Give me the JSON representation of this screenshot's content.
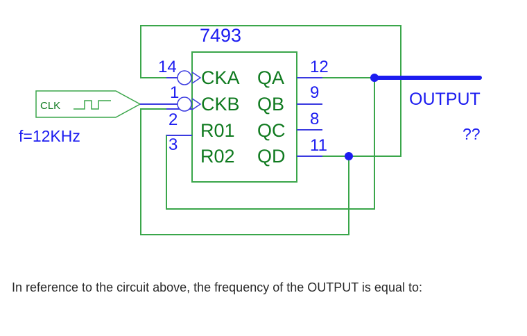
{
  "diagram": {
    "chip_name": "7493",
    "inputs": [
      {
        "pin": "14",
        "name": "CKA"
      },
      {
        "pin": "1",
        "name": "CKB"
      },
      {
        "pin": "2",
        "name": "R01"
      },
      {
        "pin": "3",
        "name": "R02"
      }
    ],
    "outputs": [
      {
        "pin": "12",
        "name": "QA"
      },
      {
        "pin": "9",
        "name": "QB"
      },
      {
        "pin": "8",
        "name": "QC"
      },
      {
        "pin": "11",
        "name": "QD"
      }
    ],
    "clock_label": "CLK",
    "frequency_label": "f=12KHz",
    "output_label": "OUTPUT",
    "output_value": "??",
    "colors": {
      "wire": "#3aa64a",
      "pin": "#3a3ae0",
      "label": "#1c1cf0",
      "pin_name": "#0f7a1f"
    }
  },
  "question": "In reference to the circuit above, the frequency of the OUTPUT is equal to:"
}
